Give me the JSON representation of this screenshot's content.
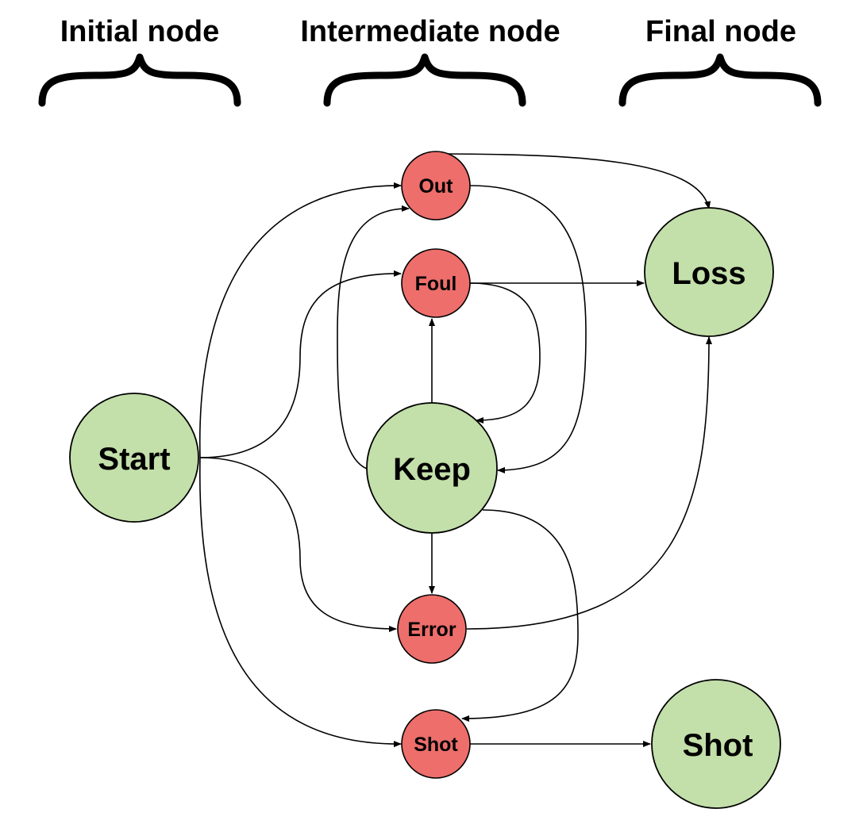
{
  "headers": {
    "initial": "Initial node",
    "intermediate": "Intermediate node",
    "final": "Final node"
  },
  "nodes": {
    "start": {
      "label": "Start"
    },
    "keep": {
      "label": "Keep"
    },
    "out": {
      "label": "Out"
    },
    "foul": {
      "label": "Foul"
    },
    "error": {
      "label": "Error"
    },
    "shot_mid": {
      "label": "Shot"
    },
    "loss": {
      "label": "Loss"
    },
    "shot_final": {
      "label": "Shot"
    }
  },
  "colors": {
    "major_node": "#c3dfaa",
    "minor_node": "#ed6e6b",
    "edge": "#000000"
  }
}
